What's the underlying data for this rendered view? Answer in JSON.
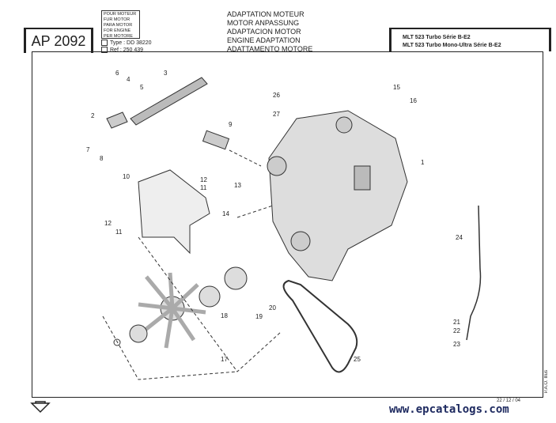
{
  "header": {
    "code": "AP 2092",
    "engine_langs": [
      "POUR MOTEUR",
      "FUR MOTOR",
      "PARA MOTOR",
      "FOR ENGINE",
      "PER MOTORE"
    ],
    "type_label": "Type : DD 38220",
    "ref_label": "Ref : 250 439",
    "titles": [
      "ADAPTATION MOTEUR",
      "MOTOR ANPASSUNG",
      "ADAPTACION MOTOR",
      "ENGINE ADAPTATION",
      "ADATTAMENTO MOTORE"
    ],
    "models": [
      "MLT 523 Turbo Série B-E2",
      "MLT 523 Turbo Mono-Ultra Série B-E2"
    ]
  },
  "callouts": [
    "6",
    "4",
    "5",
    "3",
    "2",
    "7",
    "8",
    "10",
    "12",
    "11",
    "13",
    "9",
    "14",
    "12",
    "11",
    "26",
    "27",
    "15",
    "16",
    "1",
    "24",
    "20",
    "19",
    "18",
    "17",
    "25",
    "21",
    "22",
    "23"
  ],
  "footer": {
    "illus": "P.A.O. Illus",
    "date": "22 / 12 / 04",
    "watermark": "www.epcatalogs.com"
  }
}
